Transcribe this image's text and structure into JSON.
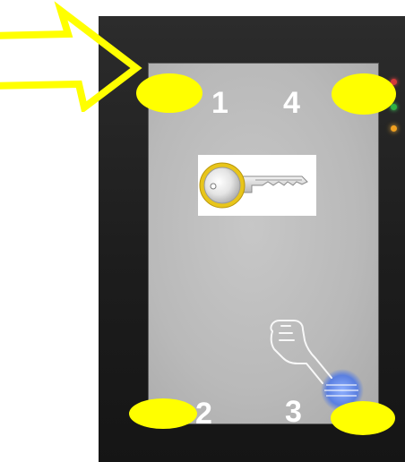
{
  "screen": {
    "icon": "key-icon",
    "touch_hint_icon": "pointing-hand-icon"
  },
  "corners": [
    {
      "label": "1",
      "position": "top-left"
    },
    {
      "label": "4",
      "position": "top-right"
    },
    {
      "label": "2",
      "position": "bottom-left"
    },
    {
      "label": "3",
      "position": "bottom-right"
    }
  ],
  "indicators": {
    "leds": [
      "red",
      "green",
      "orange"
    ],
    "pointer": "arrow-icon"
  },
  "colors": {
    "marker": "#ffff00",
    "bezel": "#1f1f1f",
    "screen": "#bcbcbc",
    "key_gold": "#e8c51a"
  }
}
